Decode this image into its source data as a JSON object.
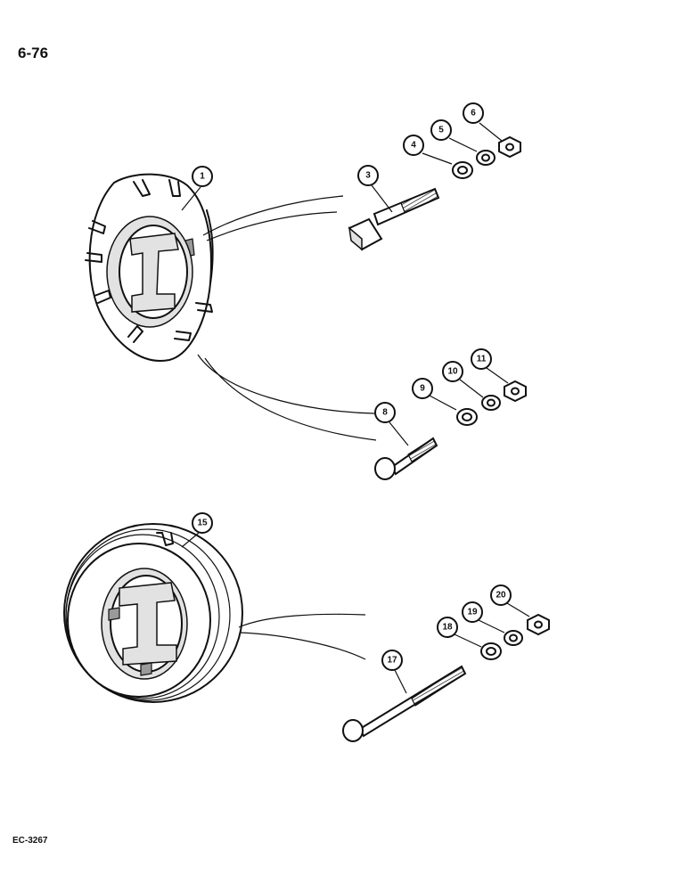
{
  "page": {
    "page_number": "6-76",
    "figure_code": "EC-3267"
  },
  "callouts": {
    "c1": "1",
    "c3": "3",
    "c4": "4",
    "c5": "5",
    "c6": "6",
    "c8": "8",
    "c9": "9",
    "c10": "10",
    "c11": "11",
    "c15": "15",
    "c17": "17",
    "c18": "18",
    "c19": "19",
    "c20": "20"
  },
  "colors": {
    "ink": "#111111",
    "paper": "#ffffff"
  }
}
